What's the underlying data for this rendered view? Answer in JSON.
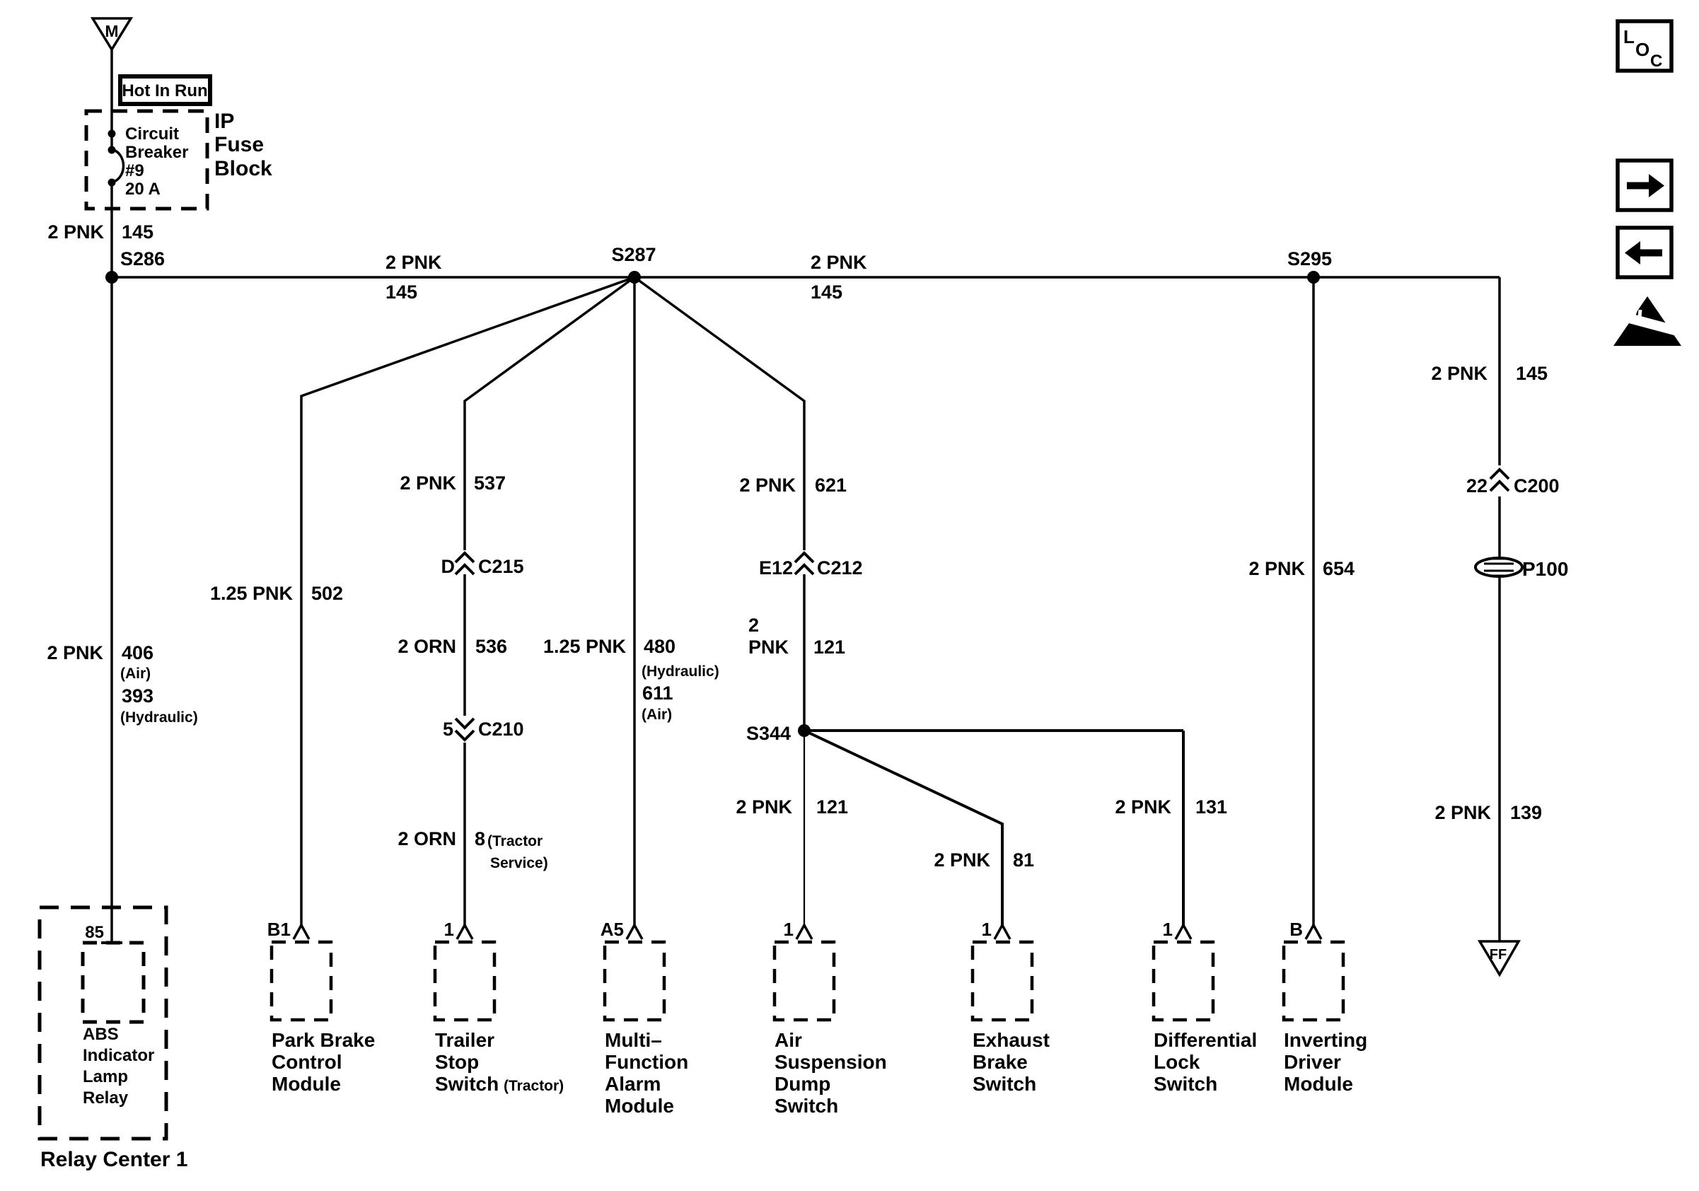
{
  "power": {
    "source_symbol": "M",
    "hot_in_run": "Hot In Run",
    "breaker": {
      "l1": "Circuit",
      "l2": "Breaker",
      "l3": "#9",
      "l4": "20 A"
    },
    "block": {
      "l1": "IP",
      "l2": "Fuse",
      "l3": "Block"
    },
    "feed": {
      "gauge": "2 PNK",
      "circuit": "145"
    }
  },
  "splices": {
    "s286": "S286",
    "s287": "S287",
    "s295": "S295",
    "s344": "S344"
  },
  "bus": {
    "seg1": {
      "gauge": "2 PNK",
      "circuit": "145"
    },
    "seg2": {
      "gauge": "2 PNK",
      "circuit": "145"
    },
    "branch": {
      "gauge": "2 PNK",
      "circuit": "145"
    }
  },
  "wires": {
    "abs": {
      "gauge": "2 PNK",
      "circuit": "406",
      "note": "(Air)",
      "circuit2": "393",
      "note2": "(Hydraulic)"
    },
    "park": {
      "gauge": "1.25 PNK",
      "circuit": "502"
    },
    "trailer537": {
      "gauge": "2 PNK",
      "circuit": "537"
    },
    "trailer536": {
      "gauge": "2 ORN",
      "circuit": "536"
    },
    "trailer8": {
      "gauge": "2 ORN",
      "circuit": "8",
      "note1": "(Tractor",
      "note2": "Service)"
    },
    "multi": {
      "gauge": "1.25 PNK",
      "circuit": "480",
      "note": "(Hydraulic)",
      "circuit2": "611",
      "note2": "(Air)"
    },
    "air621": {
      "gauge": "2 PNK",
      "circuit": "621"
    },
    "air121u": {
      "g1": "2",
      "g2": "PNK",
      "circuit": "121"
    },
    "air121l": {
      "gauge": "2 PNK",
      "circuit": "121"
    },
    "exhaust81": {
      "gauge": "2 PNK",
      "circuit": "81"
    },
    "diff131": {
      "gauge": "2 PNK",
      "circuit": "131"
    },
    "inv654": {
      "gauge": "2 PNK",
      "circuit": "654"
    },
    "ff139": {
      "gauge": "2 PNK",
      "circuit": "139"
    }
  },
  "connectors": {
    "c215": {
      "pin": "D",
      "name": "C215"
    },
    "c210": {
      "pin": "5",
      "name": "C210"
    },
    "c212": {
      "pin": "E12",
      "name": "C212"
    },
    "c200": {
      "pin": "22",
      "name": "C200"
    },
    "p100": {
      "name": "P100"
    }
  },
  "modules": {
    "relay": {
      "pin": "85",
      "l1": "ABS",
      "l2": "Indicator",
      "l3": "Lamp",
      "l4": "Relay",
      "label": "Relay Center 1"
    },
    "park": {
      "pin": "B1",
      "l1": "Park Brake",
      "l2": "Control",
      "l3": "Module"
    },
    "trailer": {
      "pin": "1",
      "l1": "Trailer",
      "l2": "Stop",
      "l3": "Switch",
      "suffix": "(Tractor)"
    },
    "multi": {
      "pin": "A5",
      "l1": "Multi–",
      "l2": "Function",
      "l3": "Alarm",
      "l4": "Module"
    },
    "air": {
      "pin": "1",
      "l1": "Air",
      "l2": "Suspension",
      "l3": "Dump",
      "l4": "Switch"
    },
    "exhaust": {
      "pin": "1",
      "l1": "Exhaust",
      "l2": "Brake",
      "l3": "Switch"
    },
    "diff": {
      "pin": "1",
      "l1": "Differential",
      "l2": "Lock",
      "l3": "Switch"
    },
    "inverting": {
      "pin": "B",
      "l1": "Inverting",
      "l2": "Driver",
      "l3": "Module"
    }
  },
  "nav": {
    "loc1": "L",
    "loc2": "O",
    "loc3": "C",
    "ff": "FF"
  },
  "colors": {
    "ink": "#000000",
    "paper": "#ffffff"
  }
}
